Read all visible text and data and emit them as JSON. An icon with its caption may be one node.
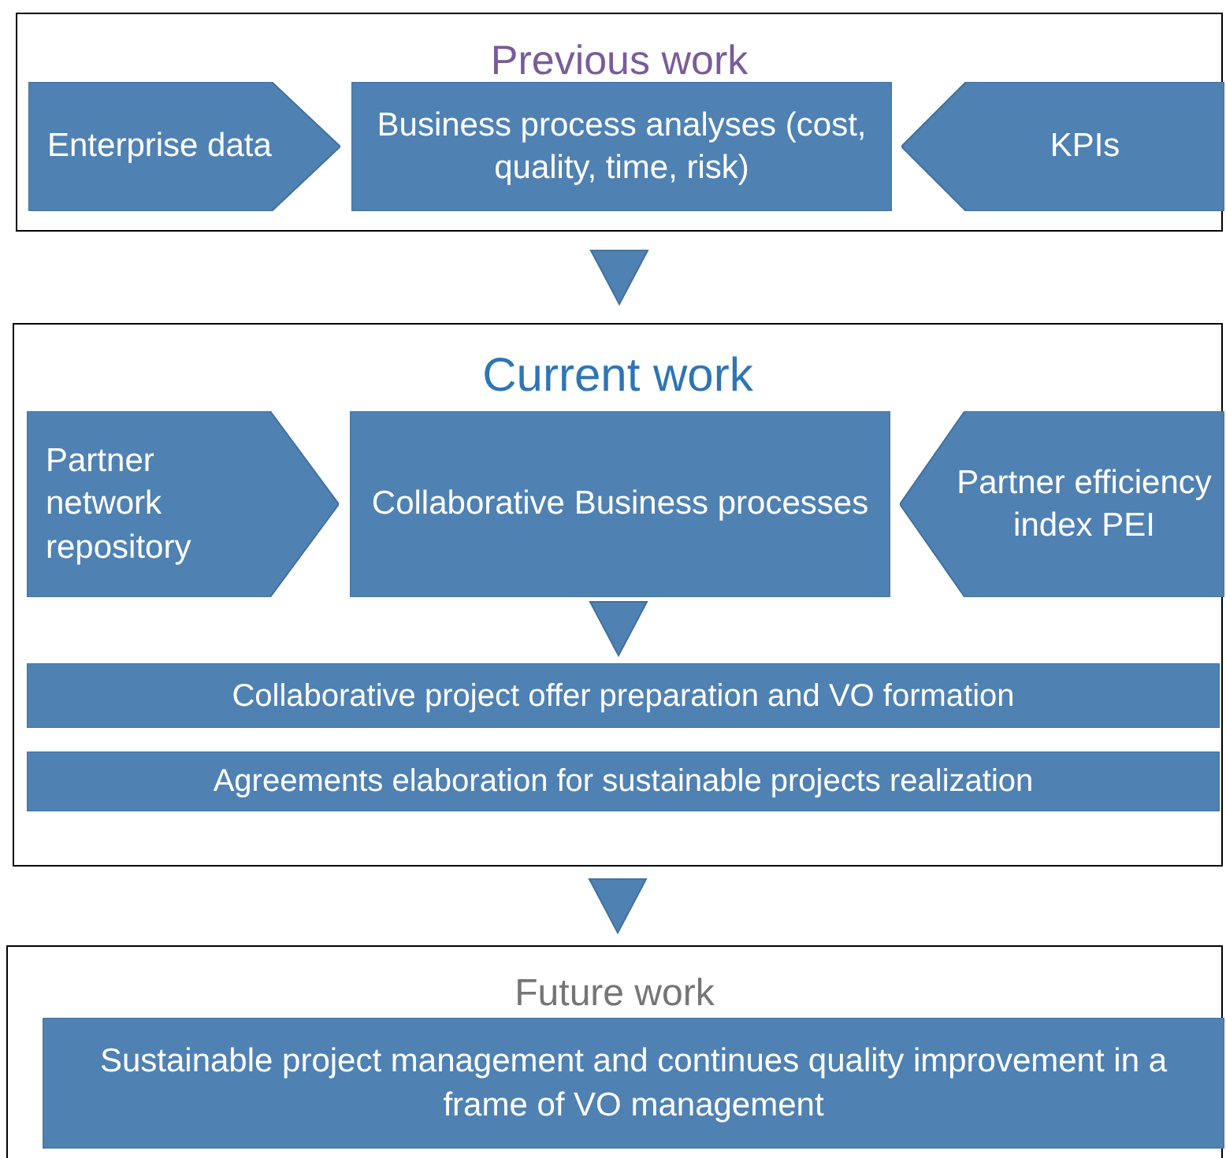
{
  "diagram": {
    "nodes": [
      {
        "text": [
          "Previous work"
        ]
      },
      {
        "text": [
          "Enterprise data"
        ],
        "in": 0
      },
      {
        "text": [
          "Business process analyses (cost, quality, time, risk)"
        ],
        "in": 0
      },
      {
        "text": [
          "KPIs"
        ],
        "in": 0
      },
      {
        "text": [
          "Current work"
        ]
      },
      {
        "text": [
          "Partner network repository"
        ],
        "in": 4
      },
      {
        "text": [
          "Collaborative Business processes"
        ],
        "in": 4
      },
      {
        "text": [
          "Partner efficiency index PEI"
        ],
        "in": 4
      },
      {
        "text": [
          "Collaborative project offer preparation and VO formation"
        ],
        "in": 4
      },
      {
        "text": [
          "Agreements elaboration for sustainable projects realization"
        ],
        "in": 4
      },
      {
        "text": [
          "Future work"
        ]
      },
      {
        "text": [
          "Sustainable project management and continues quality improvement in a frame of VO management"
        ],
        "in": 10
      }
    ],
    "edges": [
      {
        "from": 0,
        "to": 4,
        "arrow": "to"
      },
      {
        "from": 6,
        "to": 8,
        "arrow": "to"
      },
      {
        "from": 4,
        "to": 10,
        "arrow": "to"
      }
    ]
  }
}
